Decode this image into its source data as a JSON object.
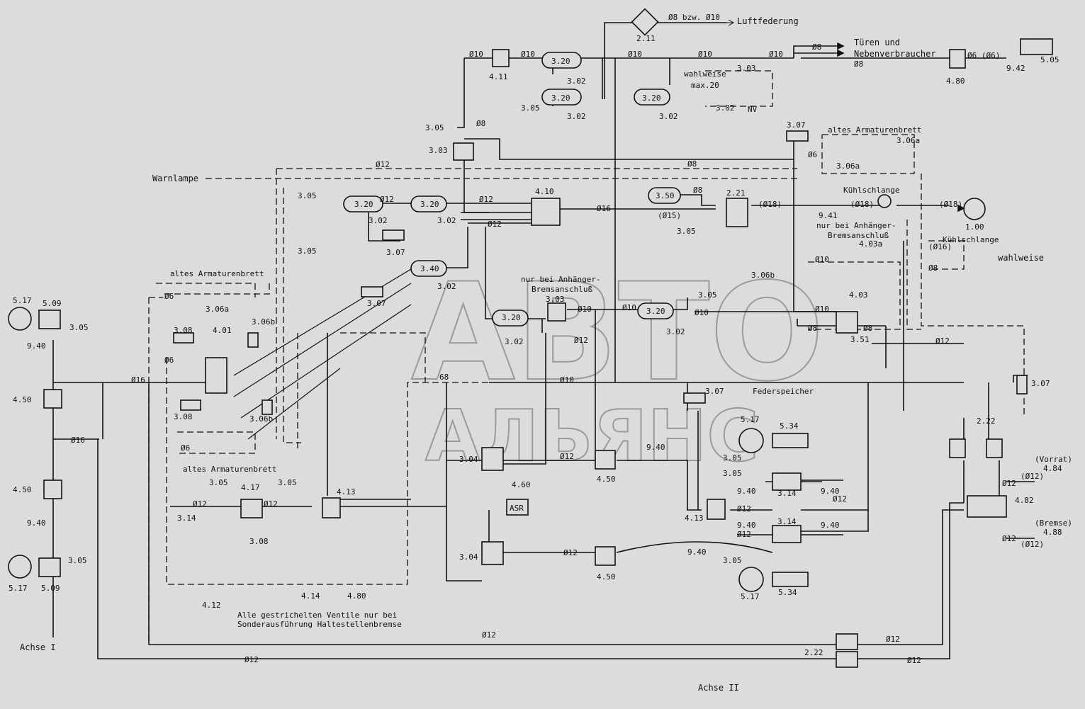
{
  "background": "#dcdcdc",
  "ink": "#111111",
  "watermark": {
    "line1": "АВТО",
    "line2": "АЛЬЯНС",
    "color": "#9a9a9a"
  },
  "labels": {
    "luftfederung": "Luftfederung",
    "tueren": "Türen und",
    "nebenverbraucher": "Nebenverbraucher",
    "warnlampe": "Warnlampe",
    "wahlweise_top": "wahlweise",
    "max20": "max.20",
    "nv": "NV",
    "altes_top_right": "altes Armaturenbrett",
    "altes_left_top": "altes Armaturenbrett",
    "altes_left_bottom": "altes Armaturenbrett",
    "kuehlschlange_top": "Kühlschlange",
    "kuehlschlange_right": "Kühlschlange",
    "wahlweise_right": "wahlweise",
    "nur_anhaenger_1": "nur bei Anhänger-",
    "nur_anhaenger_2": "Bremsanschluß",
    "nur_anhaenger_mid_1": "nur bei Anhänger-",
    "nur_anhaenger_mid_2": "Bremsanschluß",
    "federspeicher": "Federspeicher",
    "vorrat": "(Vorrat)",
    "bremse": "(Bremse)",
    "alle_1": "Alle gestrichelten Ventile nur bei",
    "alle_2": "Sonderausführung Haltestellenbremse",
    "achse1": "Achse I",
    "achse2": "Achse II",
    "bzw": "Ø8 bzw. Ø10",
    "asr": "ASR"
  },
  "components": {
    "c2_11": "2.11",
    "c4_11": "4.11",
    "c3_20a": "3.20",
    "c3_02a": "3.02",
    "c3_20b": "3.20",
    "c3_02b": "3.02",
    "c3_05b": "3.05",
    "c3_20c": "3.20",
    "c3_02c": "3.02",
    "c3_03": "3.03",
    "c3_02d": "3.02",
    "c4_80": "4.80",
    "c9_42": "9.42",
    "c5_05": "5.05",
    "c3_05e": "3.05",
    "c3_03e": "3.03",
    "c3_07a": "3.07",
    "c3_06a": "3.06a",
    "c3_06a_b": "3.06a",
    "c2_21": "2.21",
    "c3_50": "3.50",
    "c3_05f": "3.05",
    "c1_00": "1.00",
    "c9_41": "9.41",
    "c4_10": "4.10",
    "c3_20d": "3.20",
    "c3_02e": "3.02",
    "c3_05g": "3.05",
    "c3_20e": "3.20",
    "c3_02f": "3.02",
    "c3_07b": "3.07",
    "c3_05h": "3.05",
    "c3_40": "3.40",
    "c3_02g": "3.02",
    "c3_07c": "3.07",
    "c3_20f": "3.20",
    "c3_02h": "3.02",
    "c3_03b": "3.03",
    "c3_20g": "3.20",
    "c3_02i": "3.02",
    "c3_05i": "3.05",
    "c3_06b": "3.06b",
    "c4_03a": "4.03a",
    "c4_03": "4.03",
    "c3_51": "3.51",
    "c3_07d": "3.07",
    "c2_22a": "2.22",
    "c4_84": "4.84",
    "c4_82": "4.82",
    "c4_88": "4.88",
    "c3_06a_left": "3.06a",
    "c3_08a": "3.08",
    "c4_01": "4.01",
    "c3_06b_left": "3.06b",
    "c3_08b": "3.08",
    "c3_06b_left2": "3.06b",
    "c5_17a": "5.17",
    "c5_09a": "5.09",
    "c3_05j": "3.05",
    "c9_40a": "9.40",
    "c4_50a": "4.50",
    "c4_50b": "4.50",
    "c9_40b": "9.40",
    "c5_17b": "5.17",
    "c5_09b": "5.09",
    "c3_05k": "3.05",
    "c3_14a": "3.14",
    "c4_17": "4.17",
    "c3_05l": "3.05",
    "c3_05m": "3.05",
    "c4_13a": "4.13",
    "c3_08c": "3.08",
    "c4_12": "4.12",
    "c4_14": "4.14",
    "c4_80b": "4.80",
    "c3_04a": "3.04",
    "c3_04b": "3.04",
    "c4_60": "4.60",
    "c4_50c": "4.50",
    "c4_50d": "4.50",
    "c3_07e": "3.07",
    "c5_17c": "5.17",
    "c5_34a": "5.34",
    "c3_05n": "3.05",
    "c3_05o": "3.05",
    "c9_40c": "9.40",
    "c9_40d": "9.40",
    "c9_40e": "9.40",
    "c9_40f": "9.40",
    "c9_40g": "9.40",
    "c3_14b": "3.14",
    "c3_14c": "3.14",
    "c4_13b": "4.13",
    "c5_17d": "5.17",
    "c5_34b": "5.34",
    "c3_05p": "3.05",
    "c2_22b": "2.22"
  },
  "pipes": {
    "d10": "Ø10",
    "d12": "Ø12",
    "d16": "Ø16",
    "d8": "Ø8",
    "d15": "(Ø15)",
    "d18": "(Ø18)",
    "d6": "Ø6",
    "d6p": "Ø6 (Ø6)",
    "d16p": "(Ø16)",
    "d18b": "(Ø18)",
    "d12p": "(Ø12)",
    "d68": "68"
  }
}
